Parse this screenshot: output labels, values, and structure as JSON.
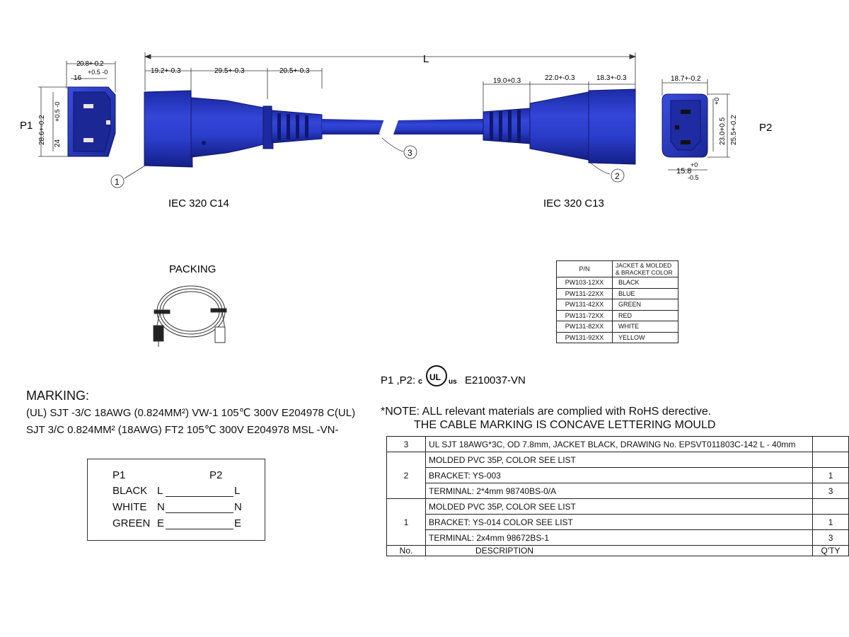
{
  "dimensions": {
    "overall_length": "L",
    "p1_width": "20.8+-0.2",
    "p1_inner_width": "16",
    "p1_inner_tol": "+0.5 -0",
    "p1_height": "28.6+-0.2",
    "p1_inner_height": "24",
    "p1_inner_height_tol": "+0.5 -0",
    "left_seg1": "19.2+-0.3",
    "left_seg2": "29.5+-0.3",
    "left_seg3": "20.5+-0.3",
    "right_seg1": "19.0+0.3",
    "right_seg2": "22.0+-0.3",
    "right_seg3": "18.3+-0.3",
    "p2_width": "18.7+-0.2",
    "p2_inner_height": "23.0+0.5",
    "p2_inner_height_tol": "+0",
    "p2_height": "25.5+-0.2",
    "p2_inner_width": "15.8",
    "p2_inner_width_tol_up": "+0",
    "p2_inner_width_tol_down": "-0.5"
  },
  "labels": {
    "p1": "P1",
    "p2": "P2",
    "c14": "IEC 320 C14",
    "c13": "IEC 320 C13",
    "callout1": "1",
    "callout2": "2",
    "callout3": "3",
    "packing": "PACKING"
  },
  "pn_table": {
    "header_pn": "P/N",
    "header_color": "JACKET & MOLDED & BRACKET COLOR",
    "rows": [
      {
        "pn": "PW103-12XX",
        "color": "BLACK"
      },
      {
        "pn": "PW131-22XX",
        "color": "BLUE"
      },
      {
        "pn": "PW131-42XX",
        "color": "GREEN"
      },
      {
        "pn": "PW131-72XX",
        "color": "RED"
      },
      {
        "pn": "PW131-82XX",
        "color": "WHITE"
      },
      {
        "pn": "PW131-92XX",
        "color": "YELLOW"
      }
    ]
  },
  "cert": {
    "prefix": "P1 ,P2:",
    "mark_c": "c",
    "mark_ul": "UL",
    "mark_us": "us",
    "number": "E210037-VN"
  },
  "marking": {
    "title": "MARKING:",
    "line1": "(UL) SJT -3/C 18AWG (0.824MM²) VW-1 105℃ 300V E204978 C(UL)",
    "line2": "SJT 3/C 0.824MM² (18AWG) FT2 105℃ 300V E204978 MSL -VN-"
  },
  "notes": {
    "line1": "*NOTE: ALL relevant materials are complied with RoHS derective.",
    "line2": "THE CABLE MARKING IS CONCAVE LETTERING MOULD"
  },
  "bom": {
    "rows": [
      {
        "no": "3",
        "desc": "UL SJT 18AWG*3C, OD 7.8mm, JACKET BLACK, DRAWING No. EPSVT011803C-142 L - 40mm",
        "qty": ""
      },
      {
        "no": "2",
        "desc": "MOLDED PVC 35P, COLOR SEE LIST",
        "qty": ""
      },
      {
        "no": "",
        "desc": "BRACKET: YS-003",
        "qty": "1"
      },
      {
        "no": "",
        "desc": "TERMINAL: 2*4mm 98740BS-0/A",
        "qty": "3"
      },
      {
        "no": "1",
        "desc": "MOLDED PVC 35P, COLOR SEE LIST",
        "qty": ""
      },
      {
        "no": "",
        "desc": "BRACKET: YS-014 COLOR SEE LIST",
        "qty": "1"
      },
      {
        "no": "",
        "desc": "TERMINAL: 2x4mm 98672BS-1",
        "qty": "3"
      }
    ],
    "header": {
      "no": "No.",
      "desc": "DESCRIPTION",
      "qty": "Q'TY"
    }
  },
  "wiring": {
    "p1": "P1",
    "p2": "P2",
    "rows": [
      {
        "name": "BLACK",
        "left": "L",
        "right": "L"
      },
      {
        "name": "WHITE",
        "left": "N",
        "right": "N"
      },
      {
        "name": "GREEN",
        "left": "E",
        "right": "E"
      }
    ]
  },
  "colors": {
    "connector_blue": "#2638c8",
    "connector_dark": "#16208a",
    "pin_silver": "#d8d8d8"
  }
}
